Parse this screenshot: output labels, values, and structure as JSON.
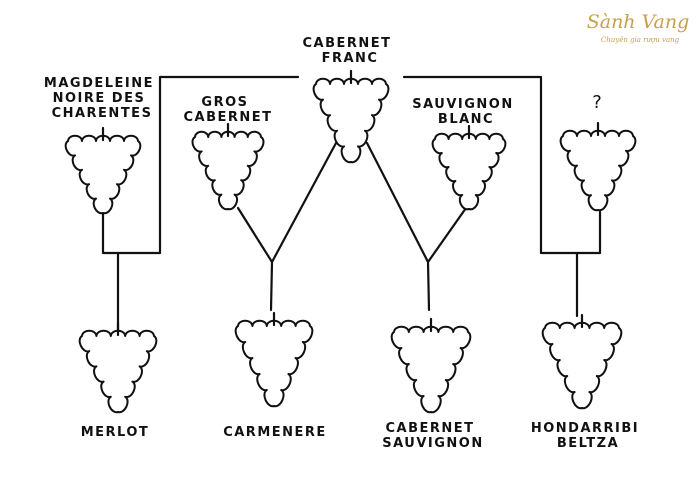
{
  "logo": {
    "name": "Sành Vang",
    "tagline": "Chuyên gia rượu vang"
  },
  "parents": [
    {
      "id": "magdeleine",
      "lines": [
        "MAGDELEINE",
        "NOIRE DES",
        "CHARENTES"
      ]
    },
    {
      "id": "gros-cabernet",
      "lines": [
        "GROS",
        "CABERNET"
      ]
    },
    {
      "id": "cabernet-franc",
      "lines": [
        "CABERNET",
        "FRANC"
      ]
    },
    {
      "id": "sauvignon-blanc",
      "lines": [
        "SAUVIGNON",
        "BLANC"
      ]
    },
    {
      "id": "unknown",
      "lines": [
        "?"
      ]
    }
  ],
  "offspring": [
    {
      "id": "merlot",
      "lines": [
        "MERLOT"
      ]
    },
    {
      "id": "carmenere",
      "lines": [
        "CARMENERE"
      ]
    },
    {
      "id": "cabernet-sauvignon",
      "lines": [
        "CABERNET",
        "SAUVIGNON"
      ]
    },
    {
      "id": "hondarribi-beltza",
      "lines": [
        "HONDARRIBI",
        "BELTZA"
      ]
    }
  ],
  "crosses": [
    {
      "parents": [
        "magdeleine",
        "cabernet-franc"
      ],
      "child": "merlot"
    },
    {
      "parents": [
        "gros-cabernet",
        "cabernet-franc"
      ],
      "child": "carmenere"
    },
    {
      "parents": [
        "cabernet-franc",
        "sauvignon-blanc"
      ],
      "child": "cabernet-sauvignon"
    },
    {
      "parents": [
        "cabernet-franc",
        "unknown"
      ],
      "child": "hondarribi-beltza"
    }
  ],
  "colors": {
    "ink": "#111111",
    "paper": "#ffffff",
    "logo": "#c9a04a"
  }
}
